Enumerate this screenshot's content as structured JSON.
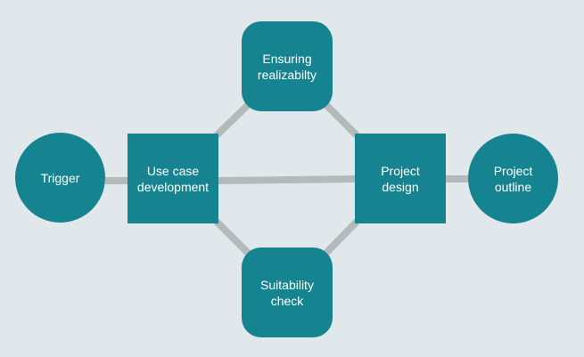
{
  "colors": {
    "background": "#e1e8ec",
    "node_fill": "#168490",
    "node_text": "#ffffff",
    "connector": "#b4b9bc"
  },
  "nodes": {
    "trigger": {
      "label": "Trigger"
    },
    "use_case_development": {
      "label": "Use case\ndevelopment"
    },
    "ensuring_realizability": {
      "label": "Ensuring\nrealizabilty"
    },
    "suitability_check": {
      "label": "Suitability\ncheck"
    },
    "project_design": {
      "label": "Project\ndesign"
    },
    "project_outline": {
      "label": "Project\noutline"
    }
  },
  "connections": [
    [
      "trigger",
      "use_case_development"
    ],
    [
      "use_case_development",
      "project_design"
    ],
    [
      "use_case_development",
      "ensuring_realizability"
    ],
    [
      "use_case_development",
      "suitability_check"
    ],
    [
      "ensuring_realizability",
      "project_design"
    ],
    [
      "suitability_check",
      "project_design"
    ],
    [
      "project_design",
      "project_outline"
    ]
  ]
}
